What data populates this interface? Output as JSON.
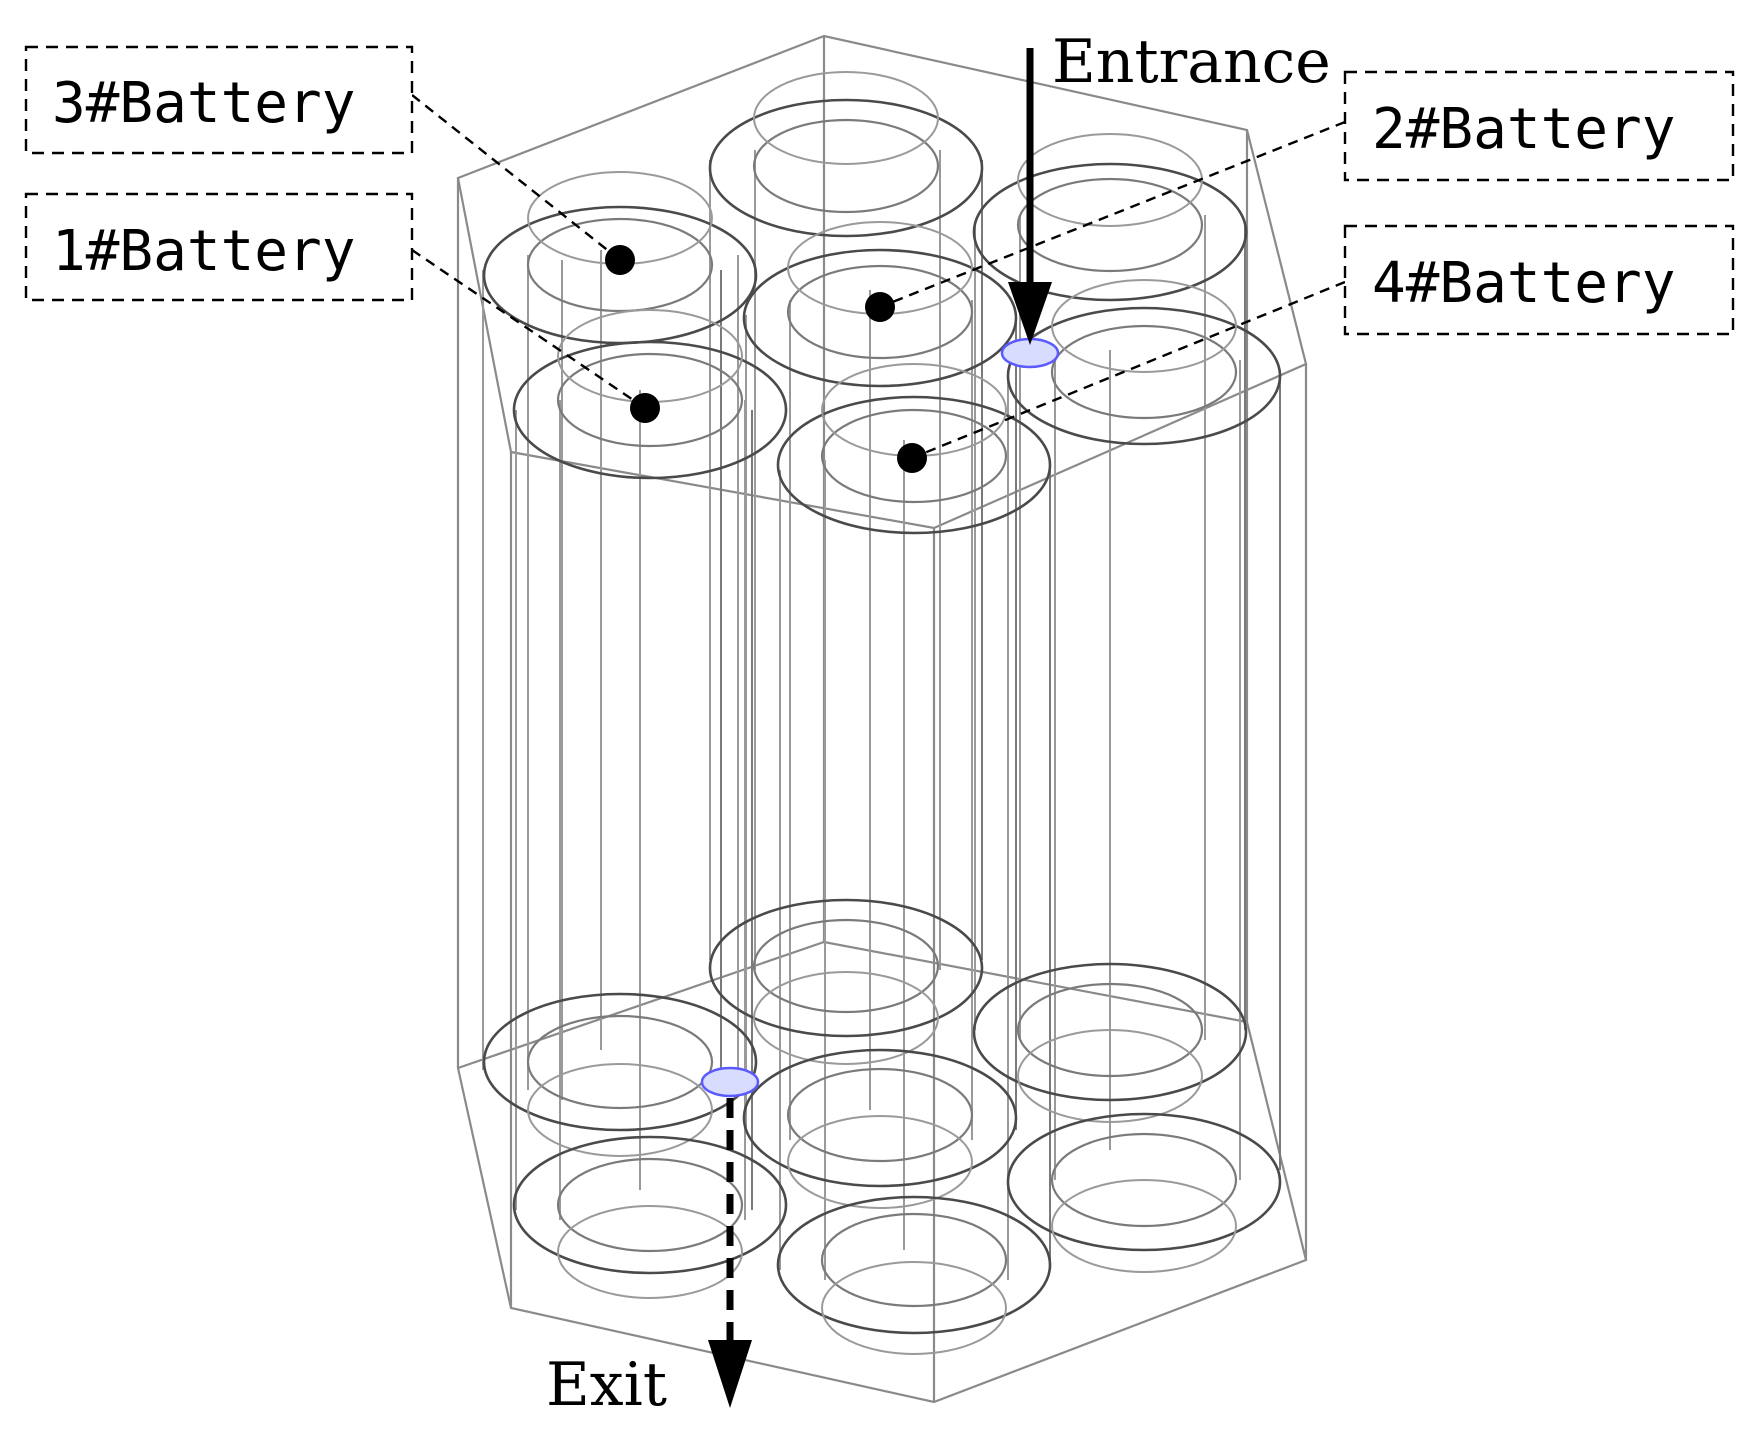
{
  "flow": {
    "entrance_label": "Entrance",
    "exit_label": "Exit"
  },
  "labels": {
    "battery3": "3#Battery",
    "battery1": "1#Battery",
    "battery2": "2#Battery",
    "battery4": "4#Battery"
  },
  "colors": {
    "port": "#5a5aff",
    "outline": "#4a4a4a",
    "frame": "#8a8a8a"
  }
}
